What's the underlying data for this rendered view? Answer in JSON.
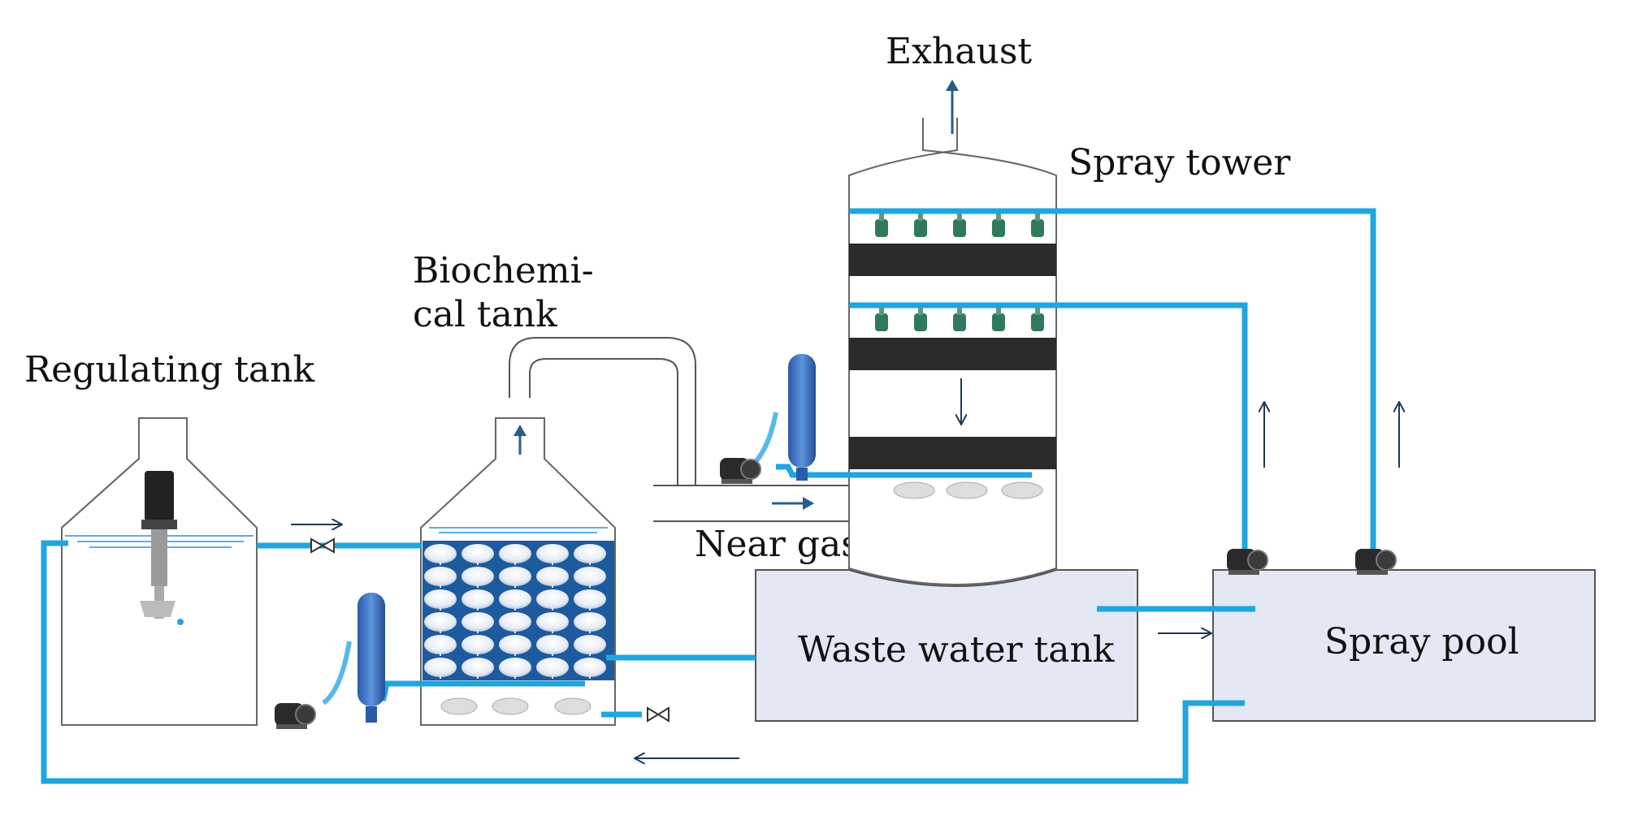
{
  "labels": {
    "exhaust": "Exhaust",
    "spray_tower": "Spray tower",
    "biochemical_line1": "Biochemi-",
    "biochemical_line2": "cal tank",
    "regulating_tank": "Regulating tank",
    "near_gas": "Near gas",
    "waste_water_tank": "Waste water tank",
    "spray_pool": "Spray pool"
  },
  "colors": {
    "pipe": "#1fa6e0",
    "outline": "#555555",
    "arrow": "#1f3a52",
    "tank_fill": "#e4e8f4",
    "packing": "#2b2b2b",
    "media_bg": "#1e5a9e",
    "vessel": "#3a73c4",
    "nozzle": "#2f7a5a"
  },
  "icons": [
    "pump-icon",
    "valve-icon",
    "nozzle-icon",
    "filter-vessel-icon",
    "aerator-icon",
    "mixer-motor-icon"
  ]
}
